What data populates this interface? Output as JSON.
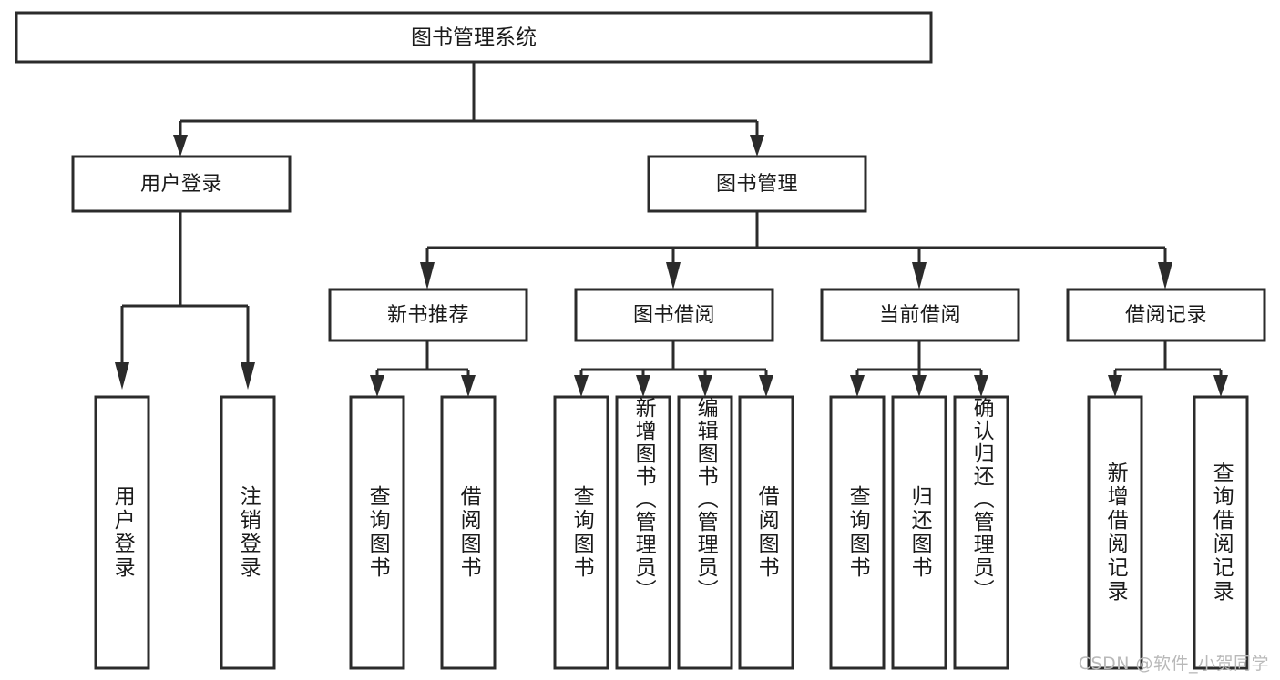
{
  "diagram": {
    "type": "tree-hierarchy-chart",
    "title": "图书管理系统",
    "root": {
      "id": "root",
      "label": "图书管理系统"
    },
    "level2": [
      {
        "id": "user-login",
        "label": "用户登录"
      },
      {
        "id": "book-management",
        "label": "图书管理"
      }
    ],
    "level3": [
      {
        "id": "new-book-recommend",
        "label": "新书推荐",
        "parent": "book-management"
      },
      {
        "id": "book-borrow",
        "label": "图书借阅",
        "parent": "book-management"
      },
      {
        "id": "current-borrow",
        "label": "当前借阅",
        "parent": "book-management"
      },
      {
        "id": "borrow-record",
        "label": "借阅记录",
        "parent": "book-management"
      }
    ],
    "leaves": [
      {
        "id": "leaf-user-login",
        "label": "用户登录",
        "parent": "user-login"
      },
      {
        "id": "leaf-user-logout",
        "label": "注销登录",
        "parent": "user-login"
      },
      {
        "id": "leaf-query-book-1",
        "label": "查询图书",
        "parent": "new-book-recommend"
      },
      {
        "id": "leaf-borrow-book-1",
        "label": "借阅图书",
        "parent": "new-book-recommend"
      },
      {
        "id": "leaf-query-book-2",
        "label": "查询图书",
        "parent": "book-borrow"
      },
      {
        "id": "leaf-add-book",
        "label": "新增图书（管理员）",
        "parent": "book-borrow"
      },
      {
        "id": "leaf-edit-book",
        "label": "编辑图书（管理员）",
        "parent": "book-borrow"
      },
      {
        "id": "leaf-borrow-book-2",
        "label": "借阅图书",
        "parent": "book-borrow"
      },
      {
        "id": "leaf-query-book-3",
        "label": "查询图书",
        "parent": "current-borrow"
      },
      {
        "id": "leaf-return-book",
        "label": "归还图书",
        "parent": "current-borrow"
      },
      {
        "id": "leaf-confirm-return",
        "label": "确认归还（管理员）",
        "parent": "current-borrow"
      },
      {
        "id": "leaf-add-record",
        "label": "新增借阅记录",
        "parent": "borrow-record"
      },
      {
        "id": "leaf-query-record",
        "label": "查询借阅记录",
        "parent": "borrow-record"
      }
    ]
  },
  "watermark": {
    "text": "CSDN @软件_小贺同学"
  },
  "colors": {
    "stroke": "#2b2b2b",
    "box_fill": "#ffffff",
    "text": "#1a1a1a",
    "background": "#ffffff",
    "watermark": "#b9b9b9"
  }
}
